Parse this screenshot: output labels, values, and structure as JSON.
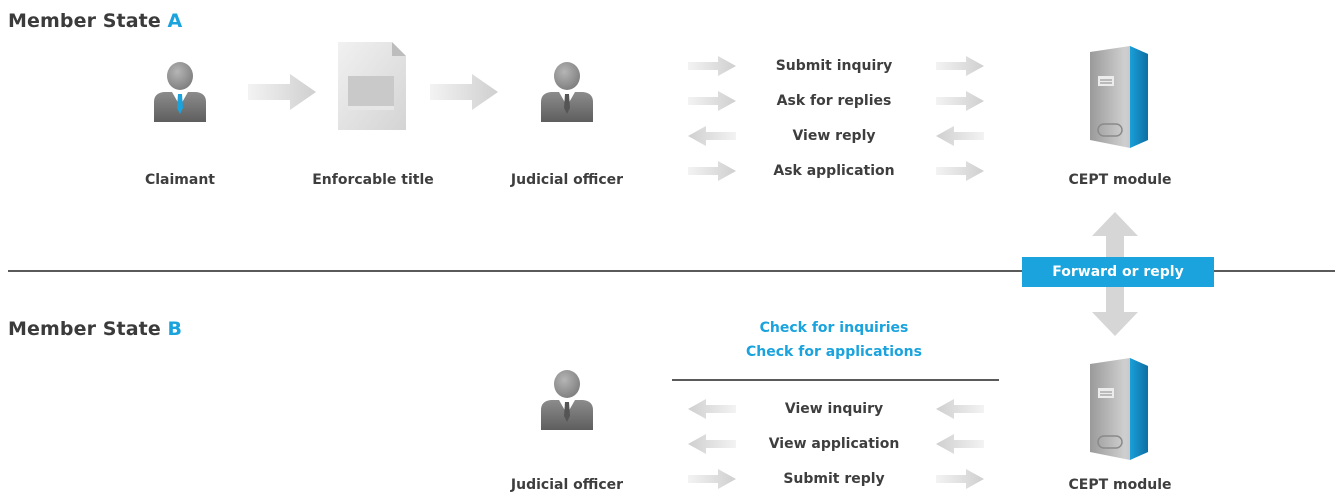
{
  "colors": {
    "accent": "#1aa3dd",
    "arrow": "#d6d6d6",
    "text": "#3e3e3e",
    "line": "#5a5a5a"
  },
  "state_a": {
    "title": "Member State",
    "letter": "A",
    "actors": {
      "claimant": {
        "label": "Claimant",
        "icon": "person-icon"
      },
      "title_doc": {
        "label": "Enforcable title",
        "icon": "document-icon"
      },
      "officer": {
        "label": "Judicial officer",
        "icon": "person-icon"
      },
      "cept": {
        "label": "CEPT module",
        "icon": "server-icon"
      }
    },
    "flows": [
      {
        "label": "Submit inquiry",
        "direction": "right"
      },
      {
        "label": "Ask for replies",
        "direction": "right"
      },
      {
        "label": "View reply",
        "direction": "left"
      },
      {
        "label": "Ask application",
        "direction": "right"
      }
    ]
  },
  "link": {
    "label": "Forward or reply"
  },
  "state_b": {
    "title": "Member State",
    "letter": "B",
    "checks": [
      "Check for inquiries",
      "Check for applications"
    ],
    "actors": {
      "officer": {
        "label": "Judicial officer",
        "icon": "person-icon"
      },
      "cept": {
        "label": "CEPT module",
        "icon": "server-icon"
      }
    },
    "flows": [
      {
        "label": "View inquiry",
        "direction": "left"
      },
      {
        "label": "View application",
        "direction": "left"
      },
      {
        "label": "Submit reply",
        "direction": "right"
      }
    ]
  }
}
